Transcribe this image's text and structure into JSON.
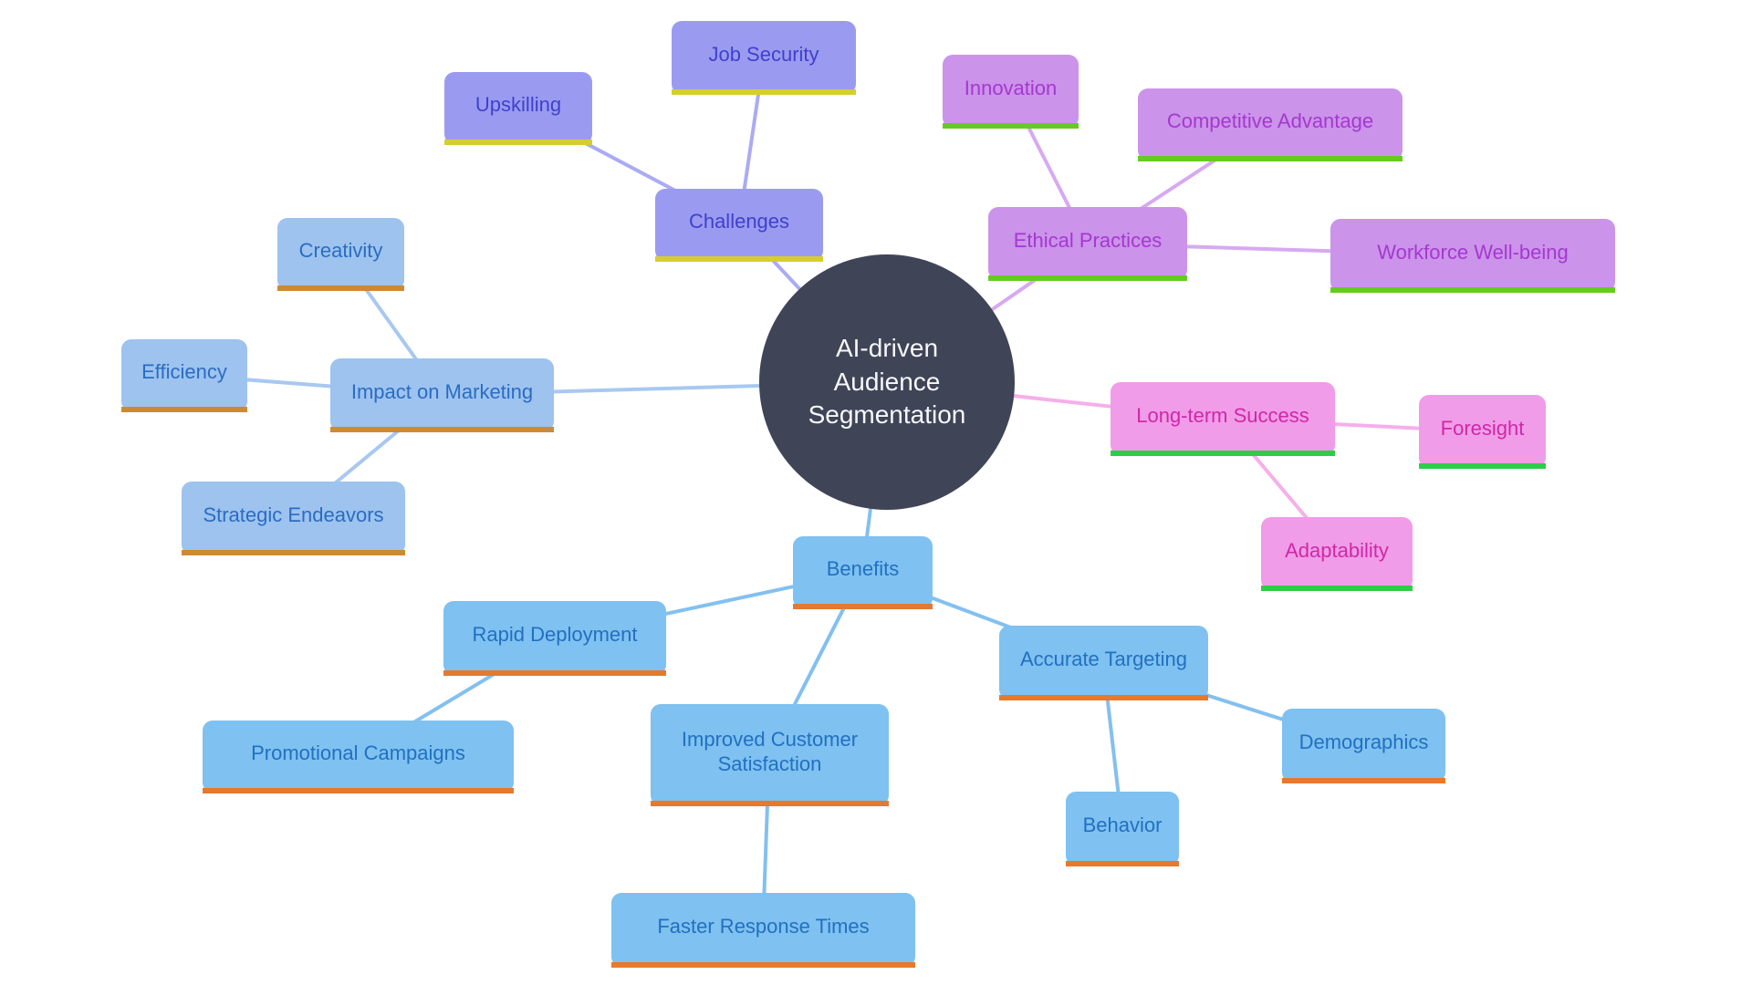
{
  "diagram": {
    "type": "mindmap",
    "background_color": "#ffffff",
    "center_fill": "#3f4457",
    "center_text_color": "#f7f8fb"
  },
  "hierarchy": {
    "root": {
      "label": "AI-driven Audience Segmentation"
    },
    "branches": [
      {
        "label": "Challenges",
        "fill": "#9a9bf0",
        "text_color": "#4040cf",
        "accent": "#d6ce2e",
        "link_color": "#aaabf4",
        "children": [
          {
            "label": "Upskilling"
          },
          {
            "label": "Job Security"
          }
        ]
      },
      {
        "label": "Ethical Practices",
        "fill": "#cb93ea",
        "text_color": "#a538cf",
        "accent": "#66cb1f",
        "link_color": "#d7a9f2",
        "children": [
          {
            "label": "Innovation"
          },
          {
            "label": "Competitive Advantage"
          },
          {
            "label": "Workforce Well-being"
          }
        ]
      },
      {
        "label": "Long-term Success",
        "fill": "#f19ce8",
        "text_color": "#cf28a7",
        "accent": "#2ecd49",
        "link_color": "#f5afeb",
        "children": [
          {
            "label": "Foresight"
          },
          {
            "label": "Adaptability"
          }
        ]
      },
      {
        "label": "Impact on Marketing",
        "fill": "#9dc3ee",
        "text_color": "#2b6cc3",
        "accent": "#cd8a32",
        "link_color": "#a8c8f0",
        "children": [
          {
            "label": "Creativity"
          },
          {
            "label": "Efficiency"
          },
          {
            "label": "Strategic Endeavors"
          }
        ]
      },
      {
        "label": "Benefits",
        "fill": "#7fc1f0",
        "text_color": "#2170c2",
        "accent": "#e6792c",
        "link_color": "#83c0ef",
        "children": [
          {
            "label": "Rapid Deployment",
            "children": [
              {
                "label": "Promotional Campaigns"
              }
            ]
          },
          {
            "label": "Improved Customer Satisfaction",
            "children": [
              {
                "label": "Faster Response Times"
              }
            ]
          },
          {
            "label": "Accurate Targeting",
            "children": [
              {
                "label": "Demographics"
              },
              {
                "label": "Behavior"
              }
            ]
          }
        ]
      }
    ]
  }
}
